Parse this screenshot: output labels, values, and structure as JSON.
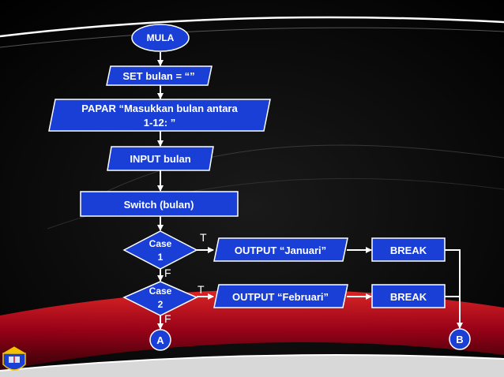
{
  "diagram": {
    "colors": {
      "shape_fill": "#1a3fd6",
      "shape_stroke": "#ffffff",
      "text": "#ffffff",
      "arrow": "#ffffff",
      "background": "#000000",
      "accent_red": "#c8102e"
    },
    "nodes": {
      "start": "MULA",
      "set": "SET bulan = “”",
      "prompt_line1": "PAPAR “Masukkan bulan antara",
      "prompt_line2": "1-12: ”",
      "input": "INPUT bulan",
      "switch": "Switch (bulan)",
      "case1_line1": "Case",
      "case1_line2": "1",
      "case2_line1": "Case",
      "case2_line2": "2",
      "output1": "OUTPUT “Januari”",
      "output2": "OUTPUT “Februari”",
      "break1": "BREAK",
      "break2": "BREAK",
      "connector_a": "A",
      "connector_b": "B"
    },
    "edge_labels": {
      "case1_true": "T",
      "case1_false": "F",
      "case2_true": "T",
      "case2_false": "F"
    },
    "logo_icon": "school-crest-icon"
  }
}
